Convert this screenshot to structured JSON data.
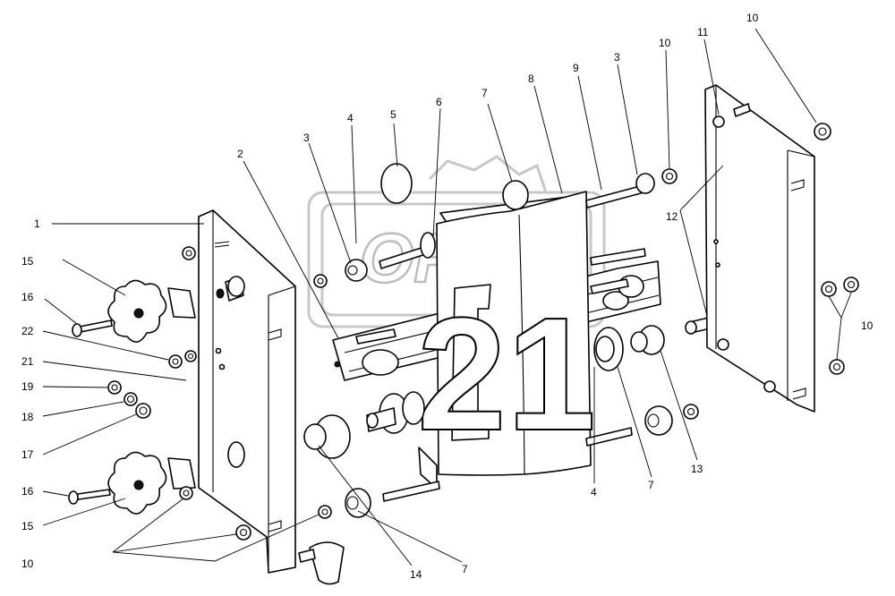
{
  "diagram": {
    "watermark_text": "OPEX",
    "sign_number": "21",
    "callouts": [
      {
        "id": "c1",
        "text": "1"
      },
      {
        "id": "c2",
        "text": "2"
      },
      {
        "id": "c3a",
        "text": "3"
      },
      {
        "id": "c4a",
        "text": "4"
      },
      {
        "id": "c5",
        "text": "5"
      },
      {
        "id": "c6",
        "text": "6"
      },
      {
        "id": "c7a",
        "text": "7"
      },
      {
        "id": "c8",
        "text": "8"
      },
      {
        "id": "c9",
        "text": "9"
      },
      {
        "id": "c3b",
        "text": "3"
      },
      {
        "id": "c10a",
        "text": "10"
      },
      {
        "id": "c11",
        "text": "11"
      },
      {
        "id": "c10b",
        "text": "10"
      },
      {
        "id": "c12",
        "text": "12"
      },
      {
        "id": "c10c",
        "text": "10"
      },
      {
        "id": "c15a",
        "text": "15"
      },
      {
        "id": "c16a",
        "text": "16"
      },
      {
        "id": "c22",
        "text": "22"
      },
      {
        "id": "c21",
        "text": "21"
      },
      {
        "id": "c19",
        "text": "19"
      },
      {
        "id": "c18",
        "text": "18"
      },
      {
        "id": "c17",
        "text": "17"
      },
      {
        "id": "c16b",
        "text": "16"
      },
      {
        "id": "c15b",
        "text": "15"
      },
      {
        "id": "c10d",
        "text": "10"
      },
      {
        "id": "c14",
        "text": "14"
      },
      {
        "id": "c7b",
        "text": "7"
      },
      {
        "id": "c4b",
        "text": "4"
      },
      {
        "id": "c7c",
        "text": "7"
      },
      {
        "id": "c13",
        "text": "13"
      }
    ]
  }
}
